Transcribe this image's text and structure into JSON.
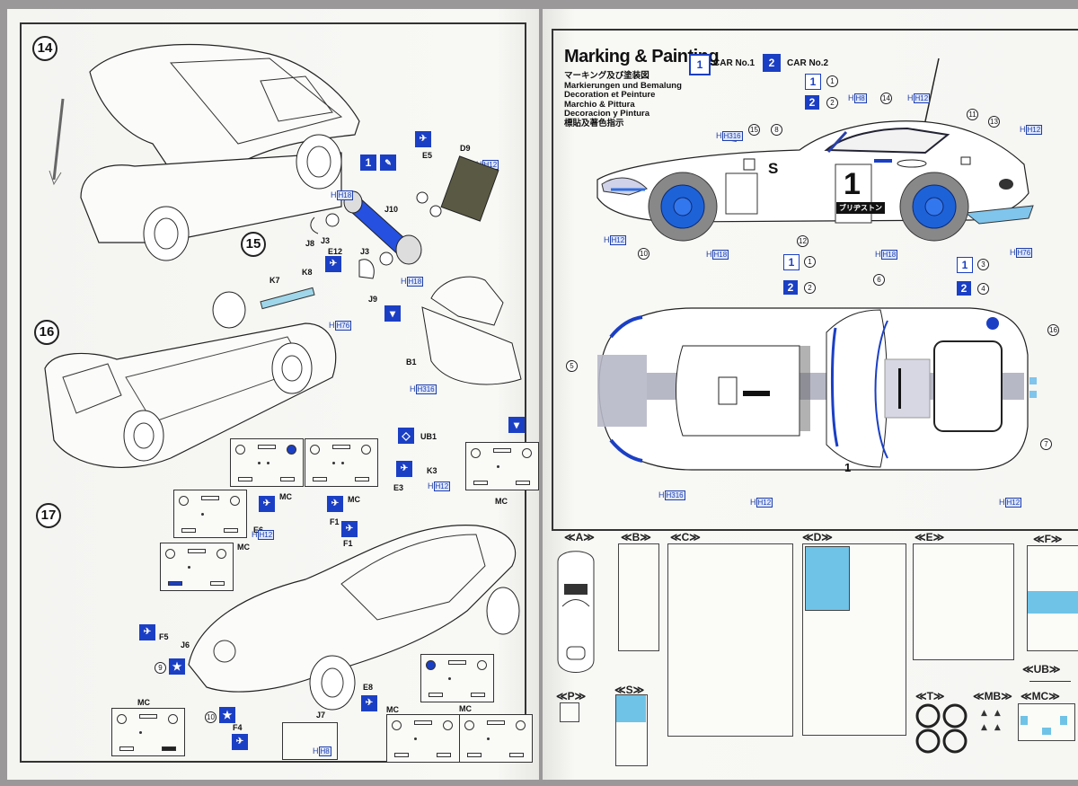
{
  "left_page": {
    "steps": [
      {
        "number": "14"
      },
      {
        "number": "15"
      },
      {
        "number": "16"
      },
      {
        "number": "17"
      }
    ],
    "step15_parts": [
      "D9",
      "E5",
      "J10",
      "J8",
      "J3",
      "E12",
      "J3",
      "J9"
    ],
    "step15_colors": [
      "H12",
      "H18",
      "H18"
    ],
    "step16_parts": [
      "K7",
      "K8",
      "B1"
    ],
    "step16_colors": [
      "H76",
      "H316"
    ],
    "step17_parts": [
      "UB1",
      "K3",
      "E3",
      "MC",
      "E6",
      "MC",
      "MC",
      "F1",
      "F1",
      "MC",
      "F5",
      "J6",
      "MC",
      "E8",
      "MC",
      "E3",
      "MC",
      "F4",
      "J7"
    ],
    "step17_colors": [
      "H12",
      "H12",
      "H8"
    ],
    "step17_decals": [
      "9",
      "10"
    ]
  },
  "marking": {
    "title": "Marking & Painting",
    "car1_label": "CAR No.1",
    "car2_label": "CAR No.2",
    "car1_badge": "1",
    "car2_badge": "2",
    "languages": [
      "マーキング及び塗装図",
      "Markierungen und Bemalung",
      "Decoration et Peinture",
      "Marchio & Pittura",
      "Decoracion y Pintura",
      "標貼及著色指示"
    ],
    "side_view": {
      "race_number": "1",
      "sponsor": "ブリヂストン",
      "class_letter": "S",
      "decal_refs": [
        "1",
        "2",
        "8",
        "10",
        "11",
        "12",
        "13",
        "14",
        "15"
      ],
      "color_refs": [
        "H316",
        "H8",
        "H12",
        "H12",
        "H12",
        "H18",
        "H18",
        "H76"
      ]
    },
    "top_view": {
      "race_number": "1",
      "decal_refs": [
        "1",
        "2",
        "3",
        "4",
        "5",
        "6",
        "7",
        "16"
      ],
      "color_refs": [
        "H316",
        "H12",
        "H12"
      ]
    }
  },
  "parts_runners": [
    {
      "name": "A"
    },
    {
      "name": "B"
    },
    {
      "name": "C"
    },
    {
      "name": "D"
    },
    {
      "name": "E"
    },
    {
      "name": "F"
    },
    {
      "name": "S"
    },
    {
      "name": "P"
    },
    {
      "name": "T"
    },
    {
      "name": "MB"
    },
    {
      "name": "UB"
    },
    {
      "name": "MC"
    }
  ],
  "colors": {
    "accent_blue": "#1b3fc4",
    "light_blue": "#6fc3e6",
    "gray_stripe": "#b7b8c6",
    "paper": "#f7f7f4"
  }
}
